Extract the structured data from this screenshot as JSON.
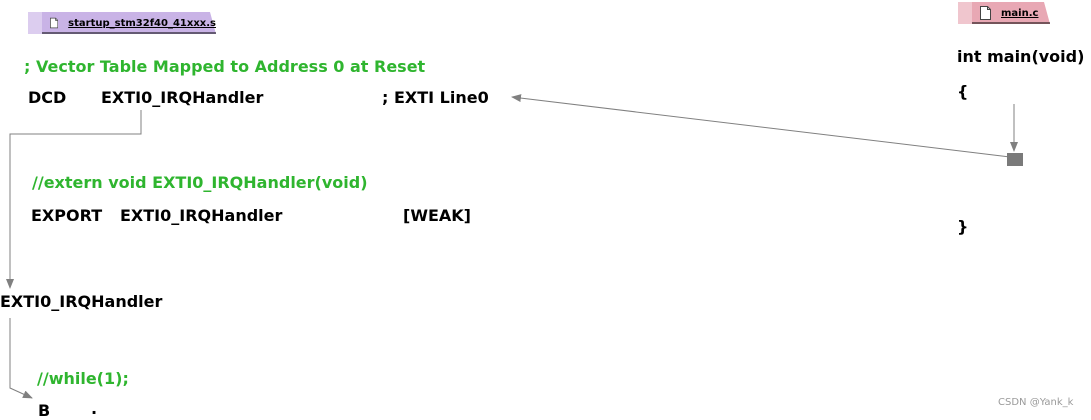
{
  "tabs": {
    "startup_file": "startup_stm32f40_41xxx.s",
    "main_file": "main.c"
  },
  "startup": {
    "vector_comment": "; Vector Table Mapped to Address 0 at Reset",
    "dcd_keyword": "DCD",
    "dcd_handler": "EXTI0_IRQHandler",
    "dcd_comment": "; EXTI Line0",
    "extern_comment": "//extern void EXTI0_IRQHandler(void)",
    "export_keyword": "EXPORT",
    "export_handler": "EXTI0_IRQHandler",
    "export_attr": "[WEAK]",
    "handler_label": "EXTI0_IRQHandler",
    "while_comment": "//while(1);",
    "branch_instr": "B",
    "branch_target": "."
  },
  "main": {
    "signature": "int main(void)",
    "open_brace": "{",
    "close_brace": "}"
  },
  "watermark": "CSDN @Yank_k",
  "colors": {
    "comment": "#2fb52f",
    "tab_startup": "#c9b3e6",
    "tab_main": "#e8a8b4",
    "arrow": "#808080"
  }
}
